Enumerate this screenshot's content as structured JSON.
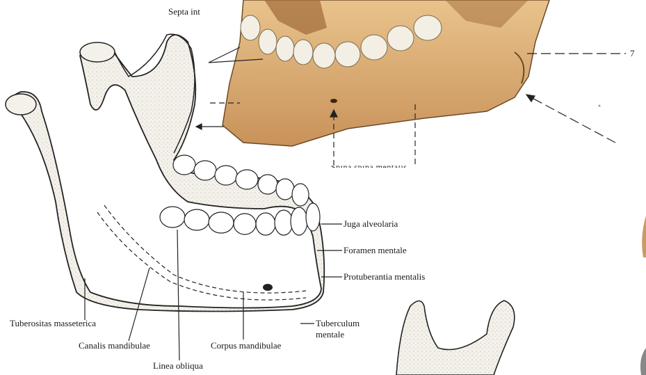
{
  "labels": {
    "septa": "Septa int",
    "number_seven": "7",
    "juga_alveolaria": "Juga alveolaria",
    "foramen_mentale": "Foramen mentale",
    "protuberantia_mentalis": "Protuberantia mentalis",
    "tuberculum_mentale_line1": "Tuberculum",
    "tuberculum_mentale_line2": "mentale",
    "tuberositas_masseterica": "Tuberositas masseterica",
    "canalis_mandibulae": "Canalis mandibulae",
    "corpus_mandibulae": "Corpus mandibulae",
    "linea_obliqua": "Linea obliqua",
    "spina_partial": "Spina spina mentalis"
  },
  "colors": {
    "background": "#ffffff",
    "bone_top": "#e2b47a",
    "bone_top_shadow": "#b98549",
    "bone_sketch": "#f4f1ea",
    "ink": "#1a1a1a",
    "tooth": "#f3efe4"
  }
}
